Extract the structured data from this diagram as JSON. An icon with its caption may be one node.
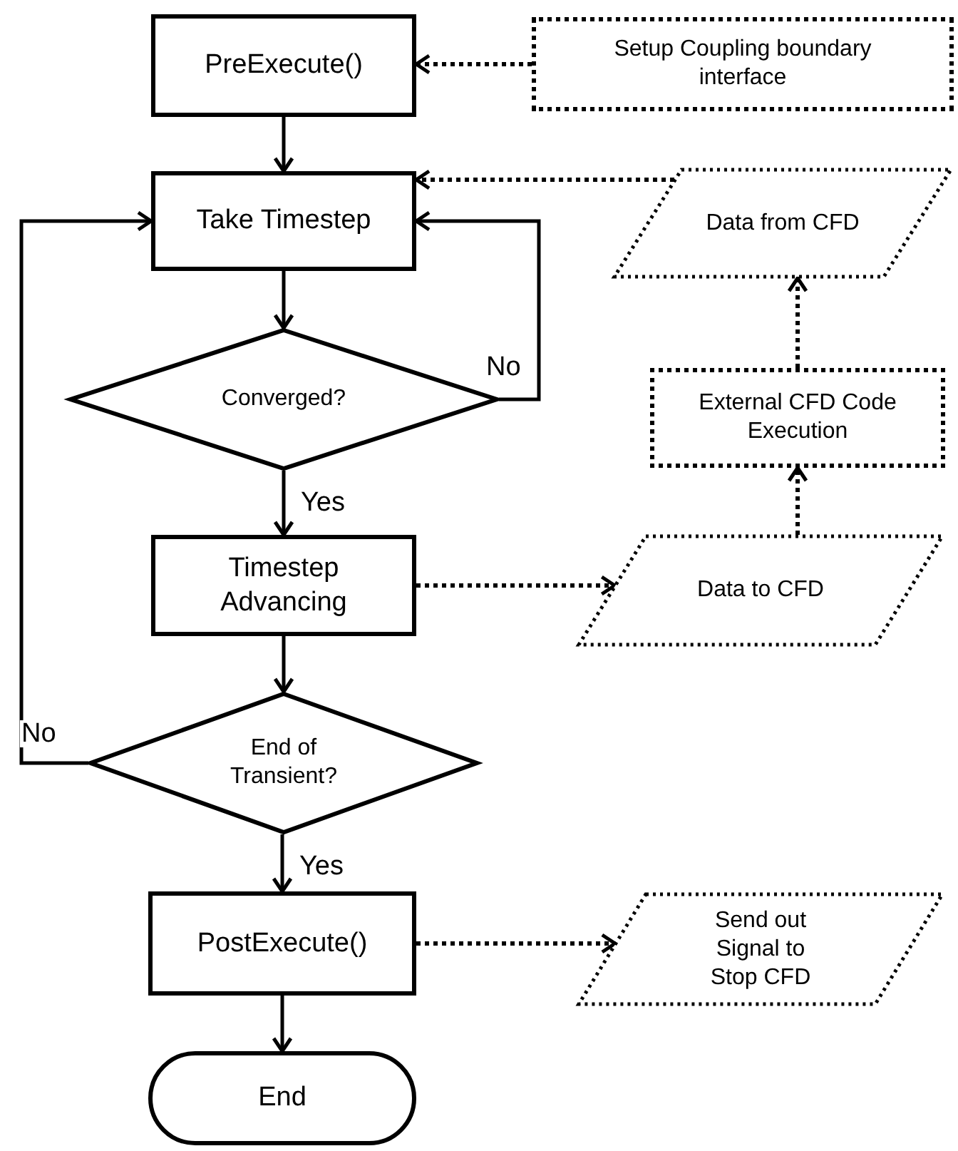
{
  "diagram": {
    "nodes": [
      {
        "text": [
          "PreExecute()"
        ]
      },
      {
        "text": [
          "Setup Coupling boundary interface"
        ]
      },
      {
        "text": [
          "Take Timestep"
        ]
      },
      {
        "text": [
          "Data from CFD"
        ]
      },
      {
        "text": [
          "Converged?"
        ]
      },
      {
        "text": [
          "External CFD Code Execution"
        ]
      },
      {
        "text": [
          "Timestep Advancing"
        ]
      },
      {
        "text": [
          "Data to CFD"
        ]
      },
      {
        "text": [
          "End of Transient?"
        ]
      },
      {
        "text": [
          "PostExecute()"
        ]
      },
      {
        "text": [
          "Send out Signal to Stop CFD"
        ]
      },
      {
        "text": [
          "End"
        ]
      }
    ],
    "edges": [
      {
        "from": 0,
        "to": 2,
        "arrow": "to"
      },
      {
        "from": 1,
        "to": 0,
        "arrow": "to",
        "style": "dashed"
      },
      {
        "from": 3,
        "to": 2,
        "arrow": "to",
        "style": "dashed"
      },
      {
        "from": 2,
        "to": 4,
        "arrow": "to"
      },
      {
        "from": 4,
        "to": 2,
        "arrow": "to",
        "label": "No"
      },
      {
        "from": 4,
        "to": 6,
        "arrow": "to",
        "label": "Yes"
      },
      {
        "from": 6,
        "to": 7,
        "arrow": "to",
        "style": "dashed"
      },
      {
        "from": 7,
        "to": 5,
        "arrow": "to",
        "style": "dashed"
      },
      {
        "from": 5,
        "to": 3,
        "arrow": "to",
        "style": "dashed"
      },
      {
        "from": 6,
        "to": 8,
        "arrow": "to"
      },
      {
        "from": 8,
        "to": 2,
        "arrow": "to",
        "label": "No"
      },
      {
        "from": 8,
        "to": 9,
        "arrow": "to",
        "label": "Yes"
      },
      {
        "from": 9,
        "to": 10,
        "arrow": "to",
        "style": "dashed"
      },
      {
        "from": 9,
        "to": 11,
        "arrow": "to"
      }
    ]
  }
}
